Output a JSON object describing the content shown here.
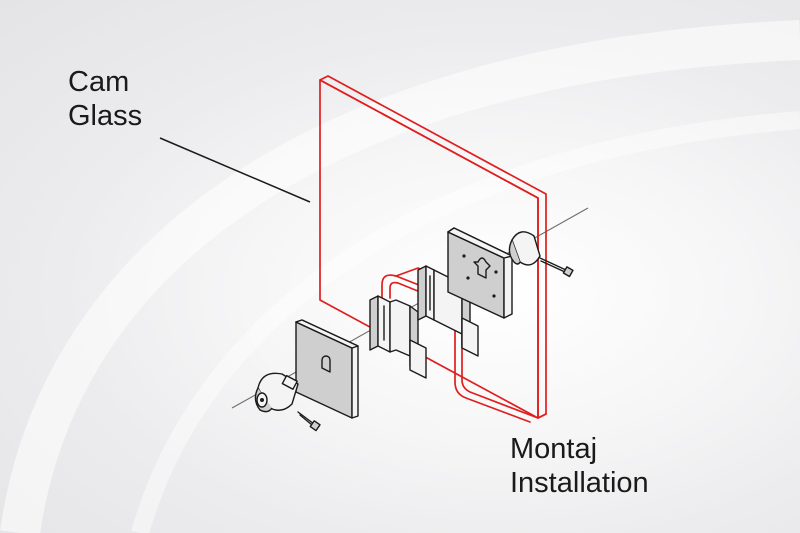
{
  "labels": {
    "glass": [
      "Cam",
      "Glass"
    ],
    "installation": [
      "Montaj",
      "Installation"
    ]
  },
  "colors": {
    "glass_outline": "#e01e1e",
    "hardware_outline": "#1b1b1b",
    "text": "#1a1a1a"
  }
}
